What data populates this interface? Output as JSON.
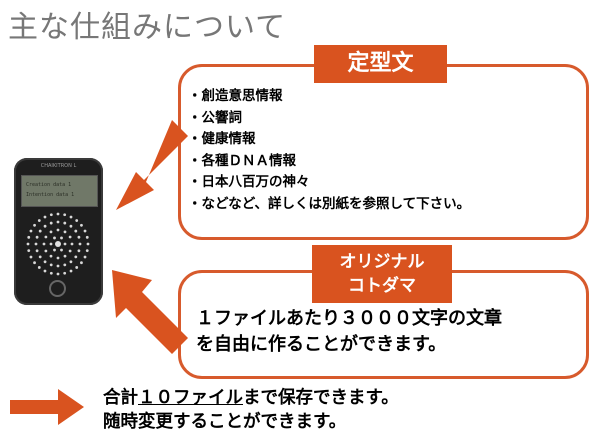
{
  "title": "主な仕組みについて",
  "teikei": {
    "label": "定型文",
    "items": [
      "創造意思情報",
      "公響詞",
      "健康情報",
      "各種ＤＮＡ情報",
      "日本八百万の神々",
      "などなど、詳しくは別紙を参照して下さい。"
    ]
  },
  "original": {
    "label_line1": "オリジナル",
    "label_line2": "コトダマ",
    "text_line1": "１ファイルあたり３０００文字の文章",
    "text_line2": "を自由に作ることができます。"
  },
  "device": {
    "brand": "CHAIKITRON L",
    "screen_line1": "Creation data 1",
    "screen_line2": "Intention data 1"
  },
  "footer": {
    "line1_prefix": "合計",
    "line1_emph": "１０ファイル",
    "line1_suffix": "まで保存できます。",
    "line2": "随時変更することができます。"
  },
  "colors": {
    "accent": "#d9531f",
    "border": "#d75a2c"
  }
}
